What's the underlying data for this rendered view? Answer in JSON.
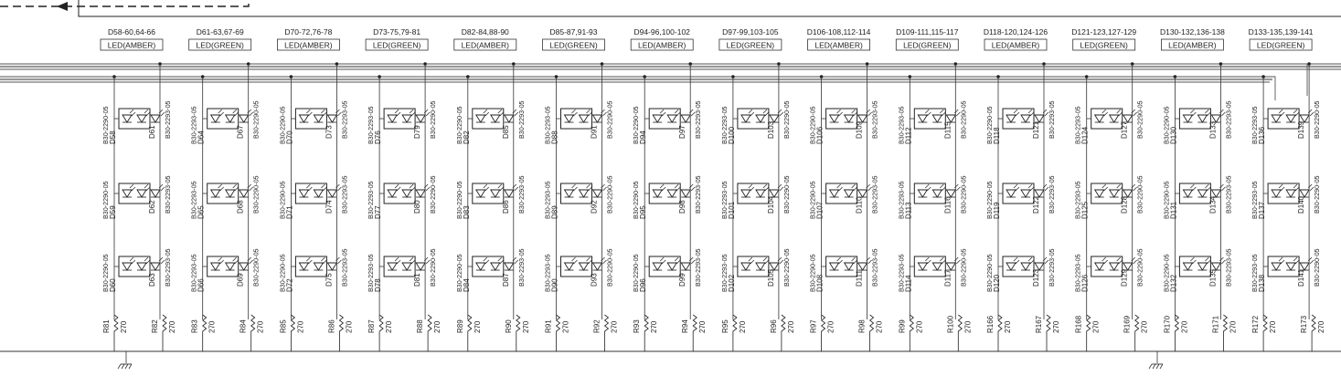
{
  "groups": [
    {
      "range": "D58-60,64-66",
      "type": "LED(AMBER)",
      "bar": [
        "D58",
        "D59",
        "D60"
      ],
      "bar_parts": [
        "B30-2290-05",
        "B30-2290-05",
        "B30-2290-05"
      ],
      "single": [
        "D61",
        "D62",
        "D63"
      ],
      "single_parts": [
        "B30-2293-05",
        "B30-2293-05",
        "B30-2293-05"
      ],
      "resistors": [
        {
          "ref": "R81",
          "value": "270"
        },
        {
          "ref": "R82",
          "value": "270"
        }
      ]
    },
    {
      "range": "D61-63,67-69",
      "type": "LED(GREEN)",
      "bar": [
        "D64",
        "D65",
        "D66"
      ],
      "bar_parts": [
        "B30-2293-05",
        "B30-2293-05",
        "B30-2293-05"
      ],
      "single": [
        "D67",
        "D68",
        "D69"
      ],
      "single_parts": [
        "B30-2290-05",
        "B30-2290-05",
        "B30-2290-05"
      ],
      "resistors": [
        {
          "ref": "R83",
          "value": "270"
        },
        {
          "ref": "R84",
          "value": "270"
        }
      ]
    },
    {
      "range": "D70-72,76-78",
      "type": "LED(AMBER)",
      "bar": [
        "D70",
        "D71",
        "D72"
      ],
      "bar_parts": [
        "B30-2290-05",
        "B30-2290-05",
        "B30-2290-05"
      ],
      "single": [
        "D73",
        "D74",
        "D75"
      ],
      "single_parts": [
        "B30-2293-05",
        "B30-2293-05",
        "B30-2293-05"
      ],
      "resistors": [
        {
          "ref": "R85",
          "value": "270"
        },
        {
          "ref": "R86",
          "value": "270"
        }
      ]
    },
    {
      "range": "D73-75,79-81",
      "type": "LED(GREEN)",
      "bar": [
        "D76",
        "D77",
        "D78"
      ],
      "bar_parts": [
        "B30-2293-05",
        "B30-2293-05",
        "B30-2293-05"
      ],
      "single": [
        "D79",
        "D80",
        "D81"
      ],
      "single_parts": [
        "B30-2290-05",
        "B30-2290-05",
        "B30-2290-05"
      ],
      "resistors": [
        {
          "ref": "R87",
          "value": "270"
        },
        {
          "ref": "R88",
          "value": "270"
        }
      ]
    },
    {
      "range": "D82-84,88-90",
      "type": "LED(AMBER)",
      "bar": [
        "D82",
        "D83",
        "D84"
      ],
      "bar_parts": [
        "B30-2290-05",
        "B30-2290-05",
        "B30-2290-05"
      ],
      "single": [
        "D85",
        "D86",
        "D87"
      ],
      "single_parts": [
        "B30-2293-05",
        "B30-2293-05",
        "B30-2293-05"
      ],
      "resistors": [
        {
          "ref": "R89",
          "value": "270"
        },
        {
          "ref": "R90",
          "value": "270"
        }
      ]
    },
    {
      "range": "D85-87,91-93",
      "type": "LED(GREEN)",
      "bar": [
        "D88",
        "D89",
        "D90"
      ],
      "bar_parts": [
        "B30-2293-05",
        "B30-2293-05",
        "B30-2293-05"
      ],
      "single": [
        "D91",
        "D92",
        "D93"
      ],
      "single_parts": [
        "B30-2290-05",
        "B30-2290-05",
        "B30-2290-05"
      ],
      "resistors": [
        {
          "ref": "R91",
          "value": "270"
        },
        {
          "ref": "R92",
          "value": "270"
        }
      ]
    },
    {
      "range": "D94-96,100-102",
      "type": "LED(AMBER)",
      "bar": [
        "D94",
        "D95",
        "D96"
      ],
      "bar_parts": [
        "B30-2290-05",
        "B30-2290-05",
        "B30-2290-05"
      ],
      "single": [
        "D97",
        "D98",
        "D99"
      ],
      "single_parts": [
        "B30-2293-05",
        "B30-2293-05",
        "B30-2293-05"
      ],
      "resistors": [
        {
          "ref": "R93",
          "value": "270"
        },
        {
          "ref": "R94",
          "value": "270"
        }
      ]
    },
    {
      "range": "D97-99,103-105",
      "type": "LED(GREEN)",
      "bar": [
        "D100",
        "D101",
        "D102"
      ],
      "bar_parts": [
        "B30-2293-05",
        "B30-2293-05",
        "B30-2293-05"
      ],
      "single": [
        "D103",
        "D104",
        "D105"
      ],
      "single_parts": [
        "B30-2290-05",
        "B30-2290-05",
        "B30-2290-05"
      ],
      "resistors": [
        {
          "ref": "R95",
          "value": "270"
        },
        {
          "ref": "R96",
          "value": "270"
        }
      ]
    },
    {
      "range": "D106-108,112-114",
      "type": "LED(AMBER)",
      "bar": [
        "D106",
        "D107",
        "D108"
      ],
      "bar_parts": [
        "B30-2290-05",
        "B30-2290-05",
        "B30-2290-05"
      ],
      "single": [
        "D109",
        "D110",
        "D111"
      ],
      "single_parts": [
        "B30-2293-05",
        "B30-2293-05",
        "B30-2293-05"
      ],
      "resistors": [
        {
          "ref": "R97",
          "value": "270"
        },
        {
          "ref": "R98",
          "value": "270"
        }
      ]
    },
    {
      "range": "D109-111,115-117",
      "type": "LED(GREEN)",
      "bar": [
        "D112",
        "D113",
        "D114"
      ],
      "bar_parts": [
        "B30-2293-05",
        "B30-2293-05",
        "B30-2293-05"
      ],
      "single": [
        "D115",
        "D116",
        "D117"
      ],
      "single_parts": [
        "B30-2290-05",
        "B30-2290-05",
        "B30-2290-05"
      ],
      "resistors": [
        {
          "ref": "R99",
          "value": "270"
        },
        {
          "ref": "R100",
          "value": "270"
        }
      ]
    },
    {
      "range": "D118-120,124-126",
      "type": "LED(AMBER)",
      "bar": [
        "D118",
        "D119",
        "D120"
      ],
      "bar_parts": [
        "B30-2290-05",
        "B30-2290-05",
        "B30-2290-05"
      ],
      "single": [
        "D121",
        "D122",
        "D123"
      ],
      "single_parts": [
        "B30-2293-05",
        "B30-2293-05",
        "B30-2293-05"
      ],
      "resistors": [
        {
          "ref": "R166",
          "value": "270"
        },
        {
          "ref": "R167",
          "value": "270"
        }
      ]
    },
    {
      "range": "D121-123,127-129",
      "type": "LED(GREEN)",
      "bar": [
        "D124",
        "D125",
        "D126"
      ],
      "bar_parts": [
        "B30-2293-05",
        "B30-2293-05",
        "B30-2293-05"
      ],
      "single": [
        "D127",
        "D128",
        "D129"
      ],
      "single_parts": [
        "B30-2290-05",
        "B30-2290-05",
        "B30-2290-05"
      ],
      "resistors": [
        {
          "ref": "R168",
          "value": "270"
        },
        {
          "ref": "R169",
          "value": "270"
        }
      ]
    },
    {
      "range": "D130-132,136-138",
      "type": "LED(AMBER)",
      "bar": [
        "D130",
        "D131",
        "D132"
      ],
      "bar_parts": [
        "B30-2290-05",
        "B30-2290-05",
        "B30-2290-05"
      ],
      "single": [
        "D133",
        "D134",
        "D135"
      ],
      "single_parts": [
        "B30-2293-05",
        "B30-2293-05",
        "B30-2293-05"
      ],
      "resistors": [
        {
          "ref": "R170",
          "value": "270"
        },
        {
          "ref": "R171",
          "value": "270"
        }
      ]
    },
    {
      "range": "D133-135,139-141",
      "type": "LED(GREEN)",
      "bar": [
        "D136",
        "D137",
        "D138"
      ],
      "bar_parts": [
        "B30-2293-05",
        "B30-2293-05",
        "B30-2293-05"
      ],
      "single": [
        "D139",
        "D140",
        "D141"
      ],
      "single_parts": [
        "B30-2290-05",
        "B30-2290-05",
        "B30-2290-05"
      ],
      "resistors": [
        {
          "ref": "R172",
          "value": "270"
        },
        {
          "ref": "R173",
          "value": "270"
        }
      ]
    }
  ]
}
